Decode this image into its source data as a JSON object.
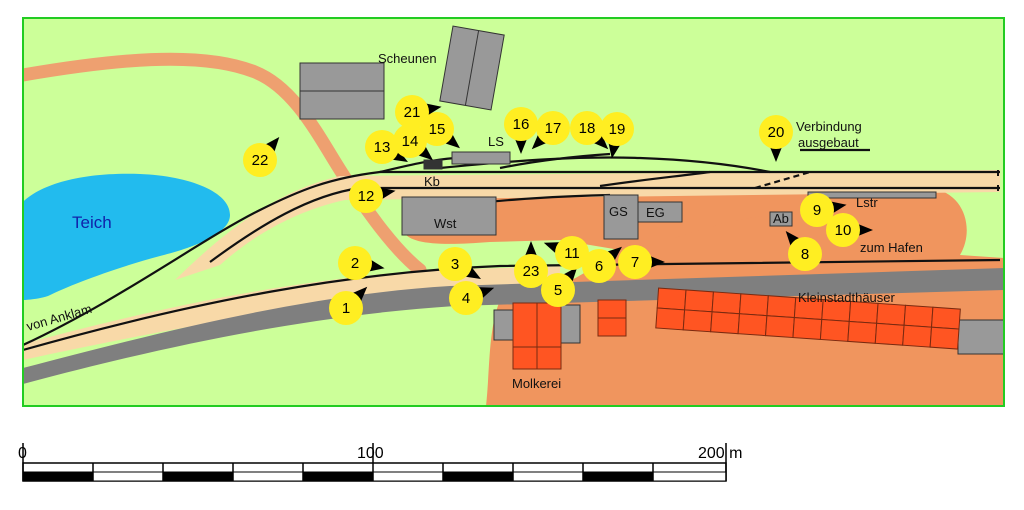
{
  "colors": {
    "grass": "#ccff99",
    "frame": "#22cc22",
    "sand": "#f0955e",
    "path": "#eea070",
    "platform": "#f8d9a8",
    "road": "#7f7f7f",
    "water": "#22bbee",
    "building": "#999999",
    "house": "#ff5522",
    "marker": "#ffee22",
    "track": "#111111"
  },
  "labels": {
    "teich": "Teich",
    "scheunen": "Scheunen",
    "ls": "LS",
    "kb": "Kb",
    "wst": "Wst",
    "gs": "GS",
    "eg": "EG",
    "ab": "Ab",
    "lstr": "Lstr",
    "verbindung_line1": "Verbindung",
    "verbindung_line2": "ausgebaut",
    "zum_hafen": "zum Hafen",
    "kleinstadthaeuser": "Kleinstadthäuser",
    "molkerei": "Molkerei",
    "von_anklam": "von Anklam"
  },
  "markers": [
    "1",
    "2",
    "3",
    "4",
    "5",
    "6",
    "7",
    "8",
    "9",
    "10",
    "11",
    "12",
    "13",
    "14",
    "15",
    "16",
    "17",
    "18",
    "19",
    "20",
    "21",
    "22",
    "23"
  ],
  "scale": {
    "start": "0",
    "mid": "100",
    "end": "200 m"
  }
}
